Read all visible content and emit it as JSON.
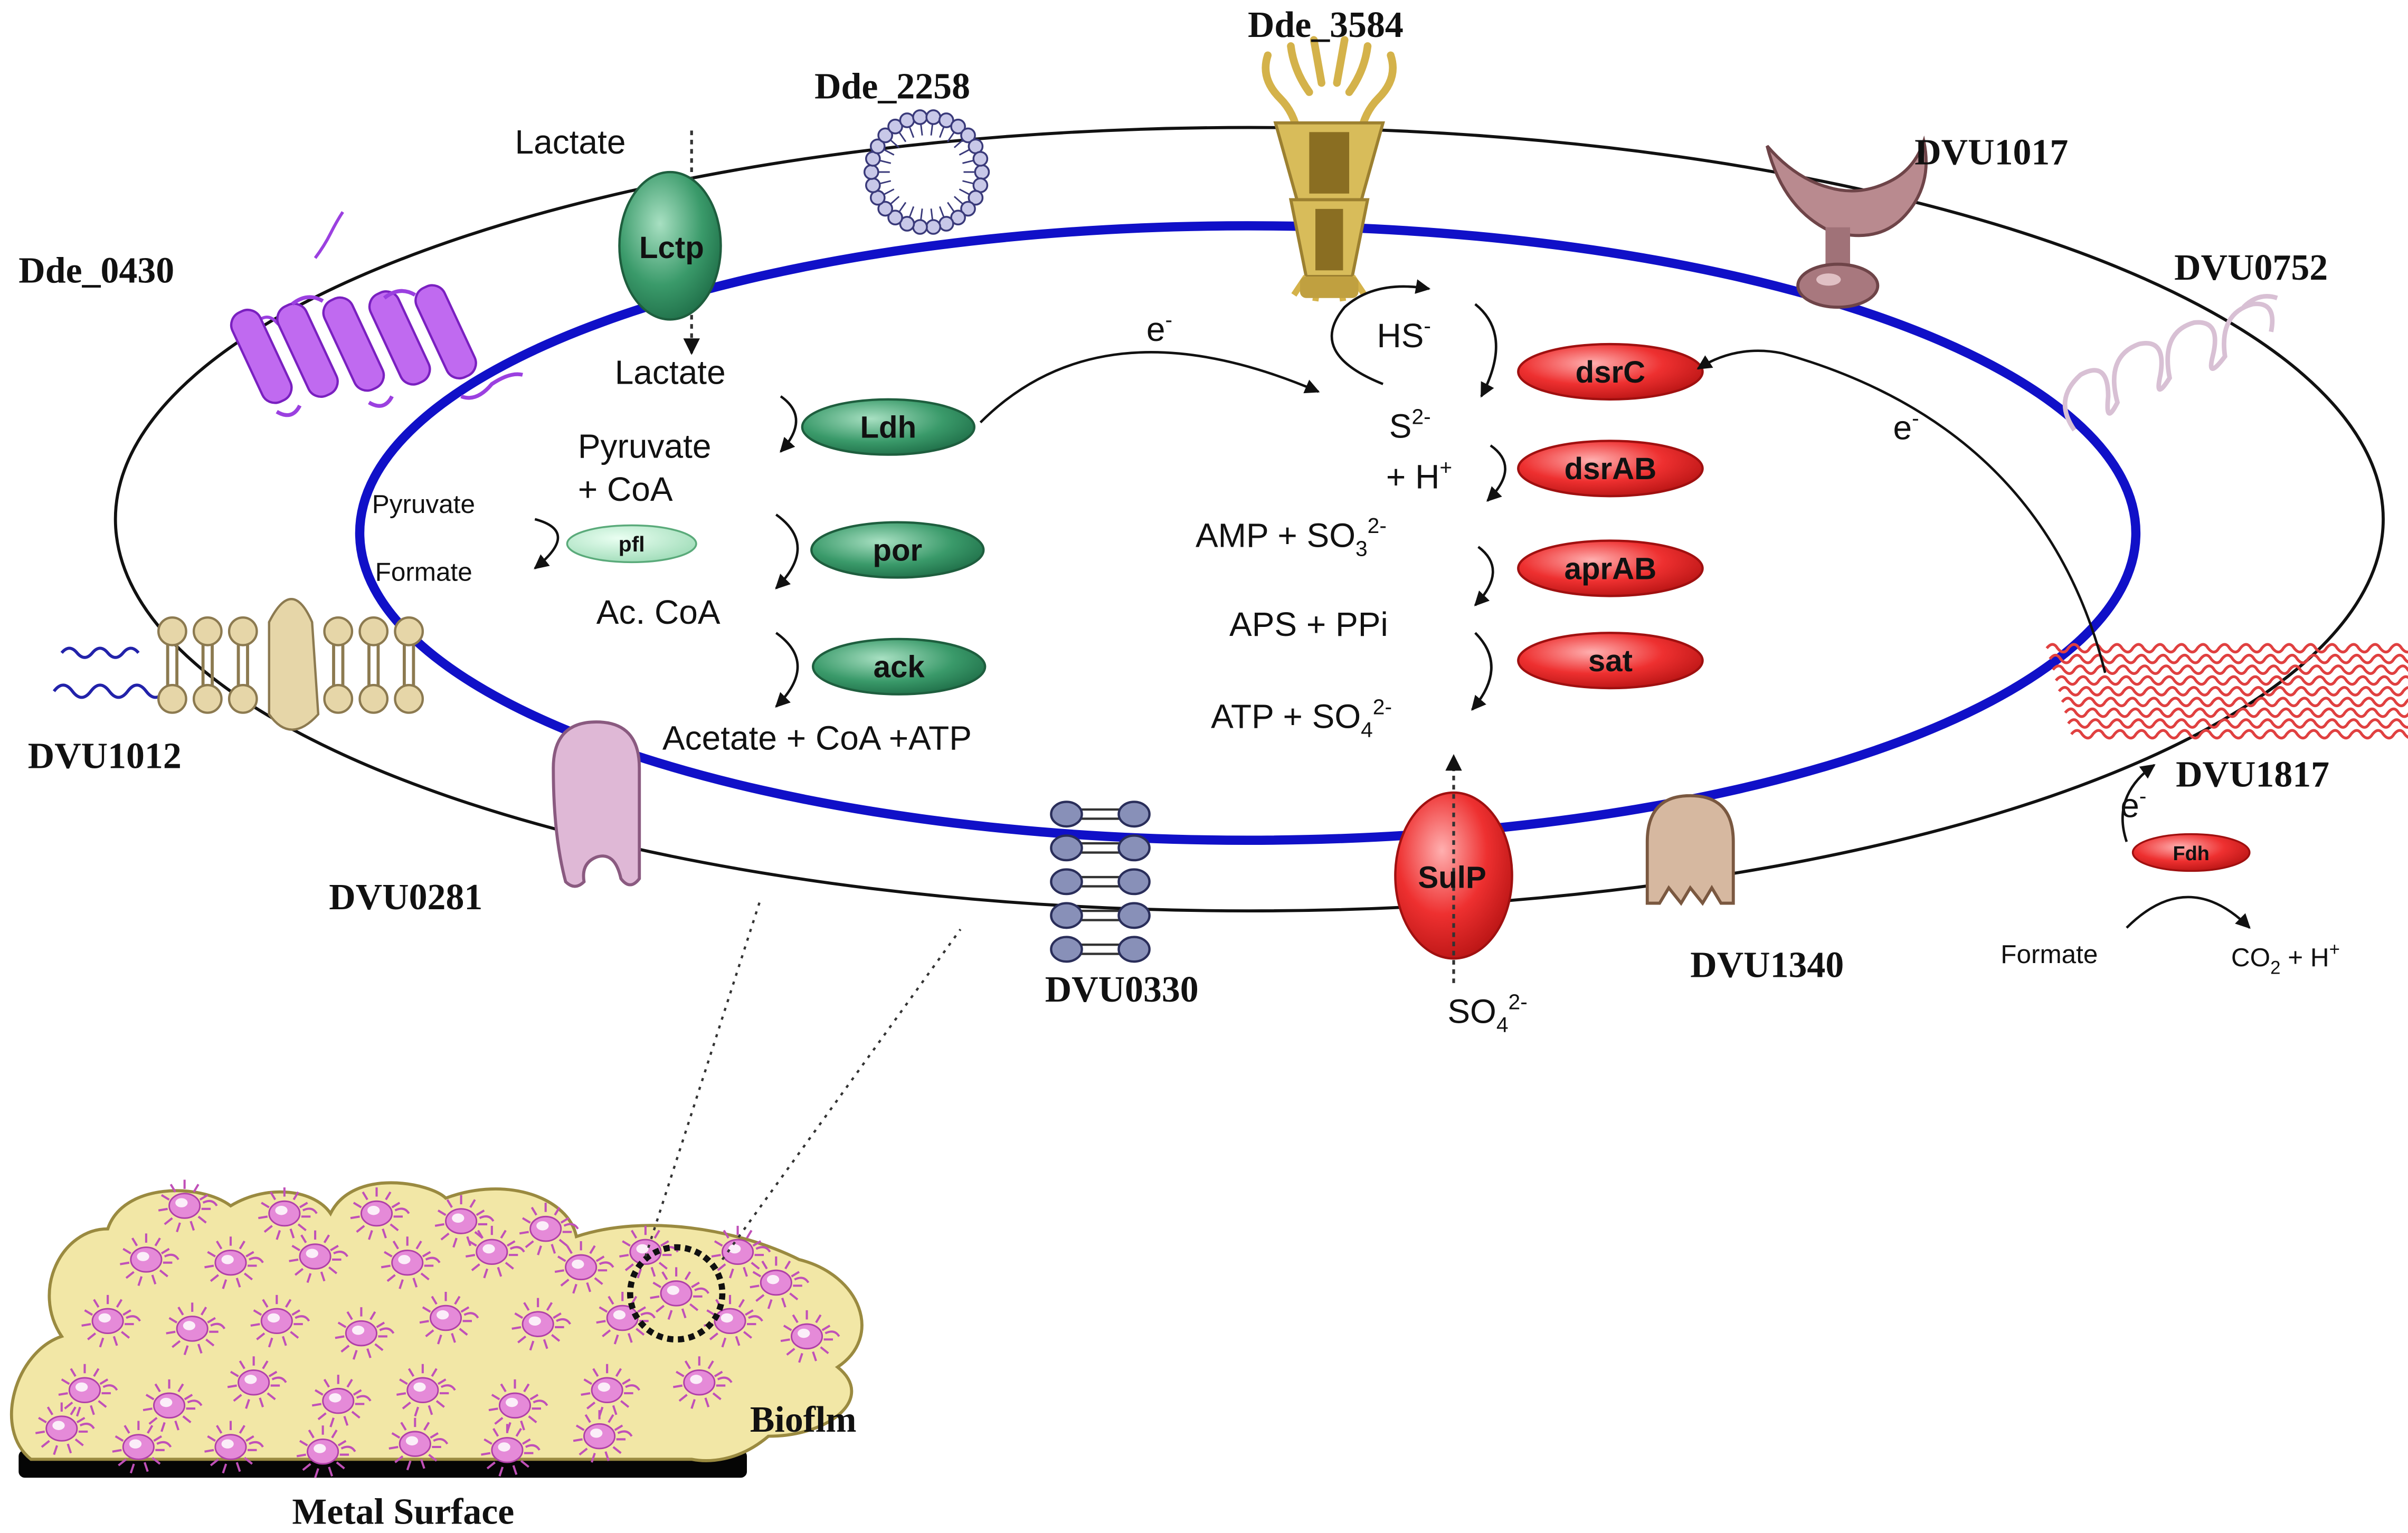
{
  "proteins": {
    "dde_0430": "Dde_0430",
    "dde_2258": "Dde_2258",
    "dde_3584": "Dde_3584",
    "dvu1017": "DVU1017",
    "dvu0752": "DVU0752",
    "dvu1012": "DVU1012",
    "dvu0281": "DVU0281",
    "dvu0330": "DVU0330",
    "dvu1340": "DVU1340",
    "dvu1817": "DVU1817"
  },
  "transporters": {
    "lctp": "Lctp",
    "sulp": "SulP"
  },
  "enzymes": {
    "ldh": "Ldh",
    "pfl": "pfl",
    "por": "por",
    "ack": "ack",
    "dsrc": "dsrC",
    "dsrab": "dsrAB",
    "aprab": "aprAB",
    "sat": "sat",
    "fdh": "Fdh"
  },
  "metabolites": {
    "lactate_out": "Lactate",
    "lactate_in": "Lactate",
    "pyruvate_coa_1": "Pyruvate",
    "pyruvate_coa_2": "+ CoA",
    "pyruvate_side": "Pyruvate",
    "formate_side": "Formate",
    "acetyl_coa": "Ac. CoA",
    "acetate": "Acetate + CoA +ATP",
    "hs_base": "HS",
    "hs_sup": "-",
    "s2_base": "S",
    "s2_sup": "2-",
    "h_plus_base": "+ H",
    "h_plus_sup": "+",
    "amp_so3_base": "AMP + SO",
    "amp_so3_sub": "3",
    "amp_so3_sup": "2-",
    "aps_ppi": "APS + PPi",
    "atp_so4_base": "ATP + SO",
    "atp_so4_sub": "4",
    "atp_so4_sup": "2-",
    "so4_out_base": "SO",
    "so4_out_sub": "4",
    "so4_out_sup": "2-",
    "formate_out": "Formate",
    "co2_base": "CO",
    "co2_sub": "2",
    "co2_rest": " + H",
    "co2_sup": "+"
  },
  "electrons": {
    "e_top_base": "e",
    "e_top_sup": "-",
    "e_right_base": "e",
    "e_right_sup": "-",
    "e_fdh_base": "e",
    "e_fdh_sup": "-"
  },
  "biofilm": {
    "label": "Bioflm",
    "surface_label": "Metal Surface"
  },
  "colors": {
    "membrane": "#1010c8",
    "green_enzyme": "#2e8b57",
    "red_enzyme": "#e02020",
    "biofilm_fill": "#f2e7a6",
    "cell_pink": "#d070c8"
  }
}
